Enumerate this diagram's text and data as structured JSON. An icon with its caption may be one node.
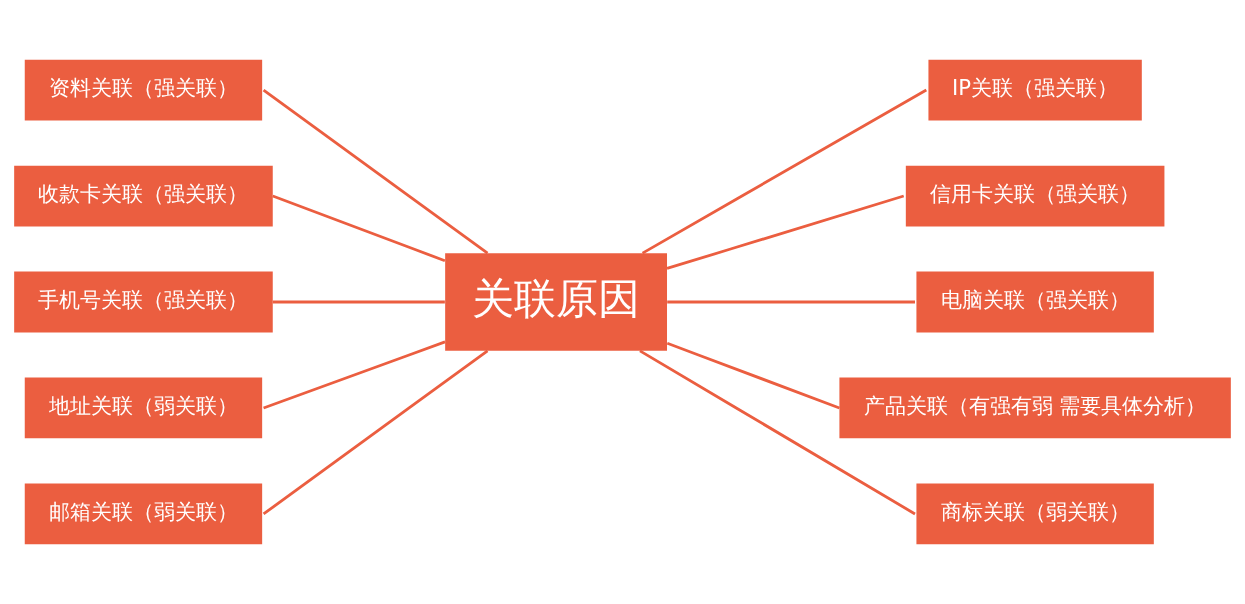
{
  "diagram": {
    "nodes": [
      {
        "text": [
          "资料关联（强关联）"
        ]
      },
      {
        "text": [
          "收款卡关联（强关联）"
        ]
      },
      {
        "text": [
          "手机号关联（强关联）"
        ]
      },
      {
        "text": [
          "地址关联（弱关联）"
        ]
      },
      {
        "text": [
          "邮箱关联（弱关联）"
        ]
      },
      {
        "text": [
          "关联原因"
        ]
      },
      {
        "text": [
          "IP关联（强关联）"
        ]
      },
      {
        "text": [
          "信用卡关联（强关联）"
        ]
      },
      {
        "text": [
          "电脑关联（强关联）"
        ]
      },
      {
        "text": [
          "产品关联（有强有弱 需要具体分析）"
        ]
      },
      {
        "text": [
          "商标关联（弱关联）"
        ]
      }
    ],
    "edges": [
      {
        "from": 0,
        "to": 5,
        "arrow": "none"
      },
      {
        "from": 1,
        "to": 5,
        "arrow": "none"
      },
      {
        "from": 2,
        "to": 5,
        "arrow": "none"
      },
      {
        "from": 3,
        "to": 5,
        "arrow": "none"
      },
      {
        "from": 4,
        "to": 5,
        "arrow": "none"
      },
      {
        "from": 5,
        "to": 6,
        "arrow": "none"
      },
      {
        "from": 5,
        "to": 7,
        "arrow": "none"
      },
      {
        "from": 5,
        "to": 8,
        "arrow": "none"
      },
      {
        "from": 5,
        "to": 9,
        "arrow": "none"
      },
      {
        "from": 5,
        "to": 10,
        "arrow": "none"
      }
    ]
  }
}
